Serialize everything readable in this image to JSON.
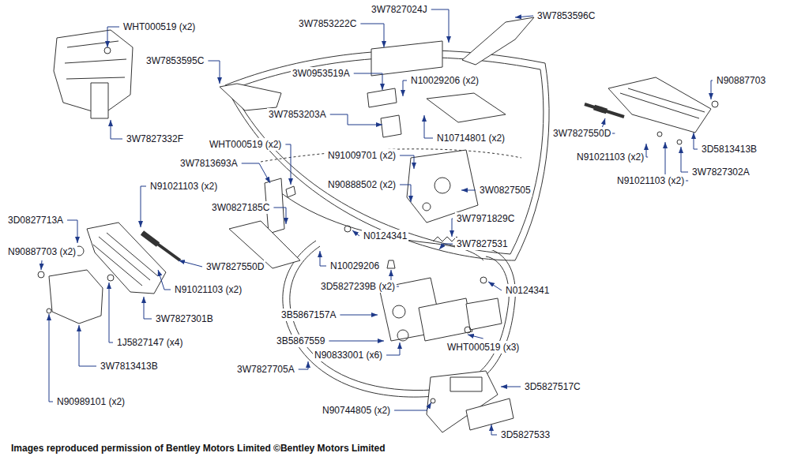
{
  "diagram": {
    "caption": "Images reproduced permission of Bentley Motors Limited ©Bentley Motors Limited",
    "labels": [
      "WHT000519 (x2)",
      "3W7827332F",
      "3W7853595C",
      "3W7853222C",
      "3W7827024J",
      "3W7853596C",
      "3W0953519A",
      "N10029206 (x2)",
      "3W7853203A",
      "N10714801 (x2)",
      "3W7813693A",
      "WHT000519 (x2)",
      "N91009701 (x2)",
      "N90888502 (x2)",
      "3W0827505",
      "N91021103 (x2)",
      "3W0827185C",
      "N0124341",
      "3W7971829C",
      "3W7827531",
      "3D0827713A",
      "N90887703 (x2)",
      "3W7827550D",
      "N10029206",
      "N91021103 (x2)",
      "3D5827239B (x2)",
      "N0124341",
      "3B5867157A",
      "3W7827301B",
      "3B5867559",
      "WHT000519 (x3)",
      "1J5827147 (x4)",
      "N90833001 (x6)",
      "3W7827705A",
      "3W7813413B",
      "3D5827517C",
      "N90744805 (x2)",
      "N90989101 (x2)",
      "3D5827533",
      "N90887703",
      "3W7827550D",
      "N91021103 (x2)",
      "3D5813413B",
      "3W7827302A",
      "N91021103 (x2)"
    ]
  }
}
